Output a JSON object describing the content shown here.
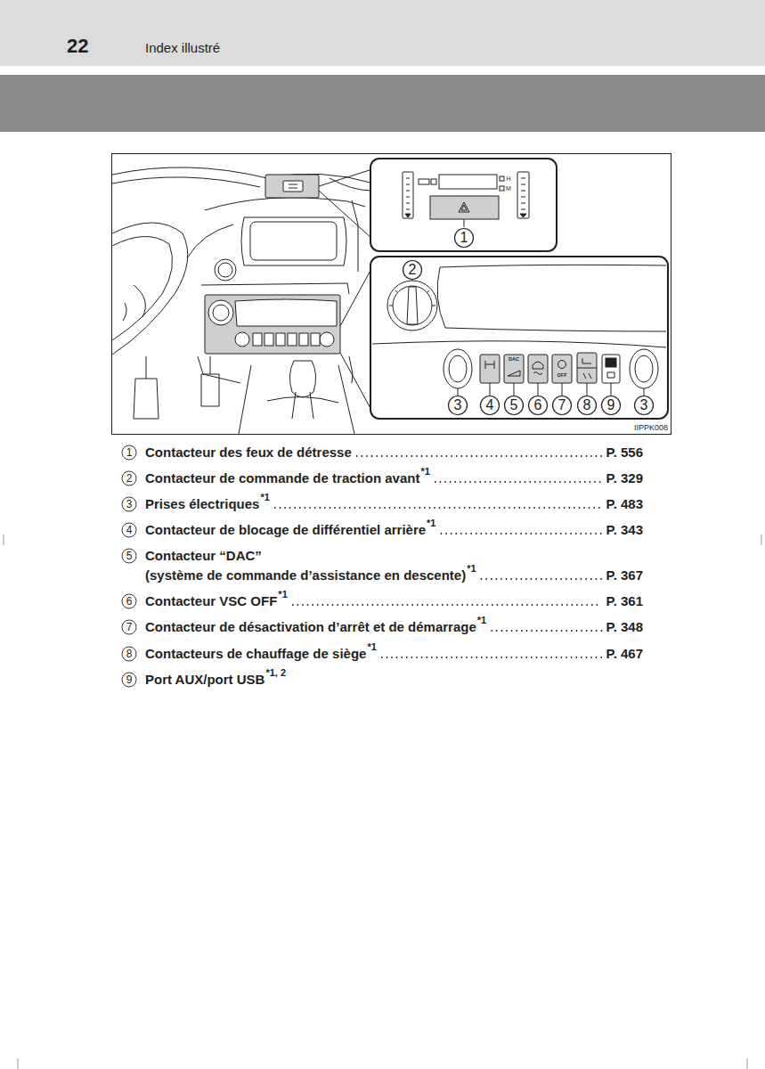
{
  "diagram": {
    "title": "Index illustré",
    "labels": [
      "22",
      "1",
      "2",
      "3",
      "4",
      "5",
      "6",
      "7",
      "8",
      "9",
      "3",
      "H",
      "M",
      "DAC",
      "OFF",
      "IIPPK008",
      "1",
      "Contacteur des feux de détresse",
      "P. 556",
      "2",
      "Contacteur de commande de traction avant",
      "*1",
      "P. 329",
      "3",
      "Prises électriques",
      "*1",
      "P. 483",
      "4",
      "Contacteur de blocage de différentiel arrière",
      "*1",
      "P. 343",
      "5",
      "Contacteur “DAC”",
      "(système de commande d’assistance en descente)",
      "*1",
      "P. 367",
      "6",
      "Contacteur VSC OFF",
      "*1",
      "P. 361",
      "7",
      "Contacteur de désactivation d’arrêt et de démarrage",
      "*1",
      "P. 348",
      "8",
      "Contacteurs de chauffage de siège",
      "*1",
      "P. 467",
      "9",
      "Port AUX/port USB",
      "*1, 2"
    ]
  }
}
